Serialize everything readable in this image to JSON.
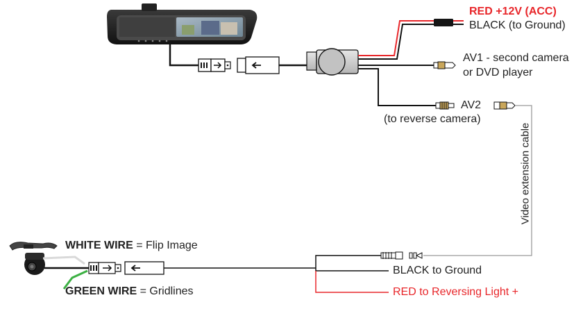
{
  "labels": {
    "red_acc": "RED +12V (ACC)",
    "black_ground_top": "BLACK (to Ground)",
    "av1_line1": "AV1 - second camera",
    "av1_line2": "or DVD player",
    "av2": "AV2",
    "to_reverse_camera": "(to reverse camera)",
    "video_extension_cable": "Video extension cable",
    "white_wire": "WHITE WIRE",
    "white_wire_desc": "= Flip Image",
    "green_wire": "GREEN WIRE",
    "green_wire_desc": "= Gridlines",
    "black_ground_bottom": "BLACK to Ground",
    "red_reversing": "RED to Reversing Light +"
  },
  "colors": {
    "wire_black": "#111111",
    "wire_red": "#e8262a",
    "wire_green": "#3cb043",
    "wire_white": "#d9d9d9",
    "cable_gray": "#9a9a9a",
    "rca_gold": "#c9a65a"
  },
  "icons": [
    "rearview-mirror-icon",
    "camera-icon",
    "rca-plug-icon",
    "connector-icon",
    "junction-box-icon",
    "fuse-icon"
  ]
}
